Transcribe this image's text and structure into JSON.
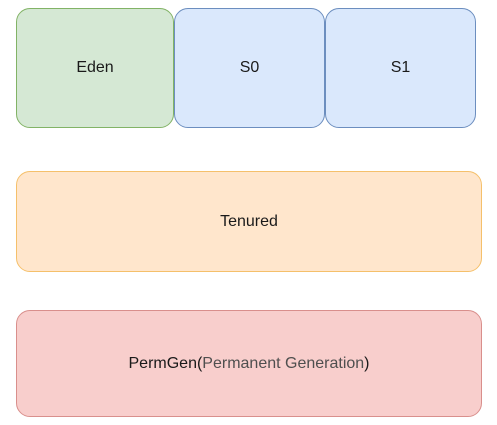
{
  "young_generation": {
    "eden_label": "Eden",
    "s0_label": "S0",
    "s1_label": "S1"
  },
  "tenured": {
    "label": "Tenured"
  },
  "permgen": {
    "label": "PermGen(",
    "detail": "Permanent Generation",
    "close": ")"
  },
  "colors": {
    "eden_fill": "#d5e8d4",
    "eden_border": "#82b366",
    "survivor_fill": "#dae8fc",
    "survivor_border": "#6c8ebf",
    "tenured_fill": "#ffe6cc",
    "tenured_border": "#f5c06b",
    "permgen_fill": "#f8cecc",
    "permgen_border": "#d98f8c"
  }
}
